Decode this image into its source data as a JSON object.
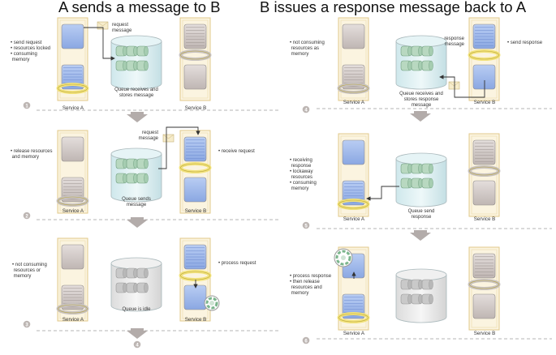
{
  "headings": {
    "left": "A sends a message to B",
    "right": "B issues a response message back to A"
  },
  "steps": [
    {
      "number": "1",
      "notes": [
        "• send request",
        "• resources locked",
        "• consuming",
        "  memory"
      ],
      "message_label": [
        "request",
        "message"
      ],
      "queue_caption": [
        "Queue receives and",
        "stores message"
      ],
      "service_a": "Service A",
      "service_b": "Service B",
      "b_note": []
    },
    {
      "number": "2",
      "notes": [
        "• release resources",
        "  and memory"
      ],
      "message_label": [
        "request",
        "message"
      ],
      "queue_caption": [
        "Queue sends",
        "message"
      ],
      "service_a": "Service A",
      "service_b": "Service B",
      "b_note": [
        "• receive request"
      ]
    },
    {
      "number": "3",
      "notes": [
        "• not consuming",
        "  resources or",
        "  memory"
      ],
      "queue_caption": [
        "Queue is idle"
      ],
      "service_a": "Service A",
      "service_b": "Service B",
      "b_note": [
        "• process request"
      ]
    },
    {
      "number": "4",
      "notes": [
        "• not consuming",
        "  resources as",
        "  memory"
      ],
      "message_label": [
        "response",
        "message"
      ],
      "queue_caption": [
        "Queue receives and",
        "stores response",
        "message"
      ],
      "service_a": "Service A",
      "service_b": "Service B",
      "b_note": [
        "• send response"
      ]
    },
    {
      "number": "5",
      "notes": [
        "• receiving",
        "  response",
        "• lockaway",
        "  resources",
        "• consuming",
        "  memory"
      ],
      "queue_caption": [
        "Queue send",
        "response"
      ],
      "service_a": "Service A",
      "service_b": "Service B",
      "b_note": []
    },
    {
      "number": "6",
      "notes": [
        "• process response",
        "• then release",
        "  resources and",
        "  memory"
      ],
      "service_a": "Service A",
      "service_b": "Service B",
      "b_note": []
    }
  ],
  "continue_number": "4",
  "colors": {
    "panel_fill": "#fbf4e0",
    "panel_border": "#e2c98a",
    "active_blue": "#9fb8ea",
    "idle_gray": "#d2cbc8",
    "disk_green": "#b8d8c0",
    "lock_yellow": "#f2e27a",
    "divider": "#b5b5b5",
    "arrow_gray": "#b3acaa"
  }
}
